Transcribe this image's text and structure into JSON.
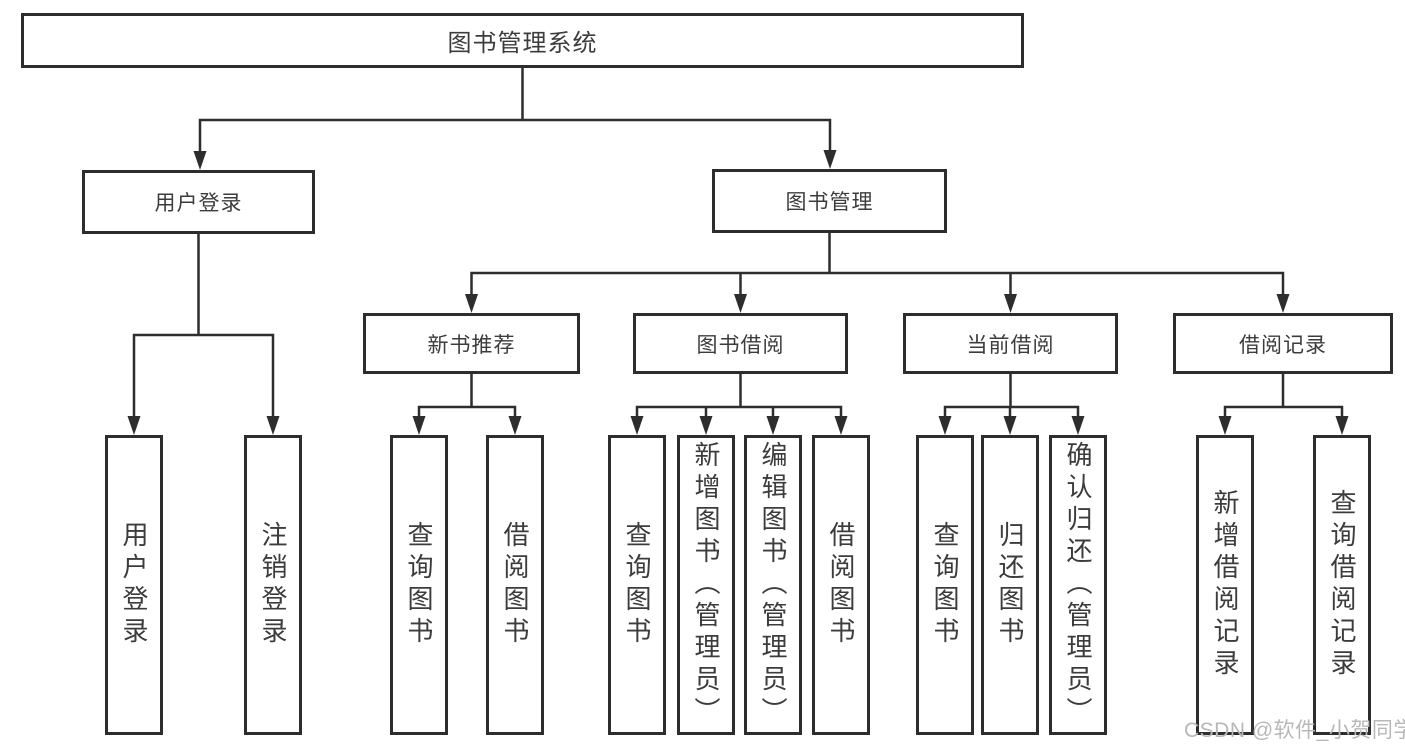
{
  "title": "图书管理系统",
  "watermark": "CSDN @软件_小贺同学",
  "colors": {
    "line": "#2d2d2d",
    "box_border": "#2d2d2d",
    "text": "#3c3c3c",
    "watermark": "#b8b8b8",
    "background": "#ffffff"
  },
  "tree": {
    "label": "图书管理系统",
    "children": [
      {
        "label": "用户登录",
        "children": [
          {
            "label": "用户登录"
          },
          {
            "label": "注销登录"
          }
        ]
      },
      {
        "label": "图书管理",
        "children": [
          {
            "label": "新书推荐",
            "children": [
              {
                "label": "查询图书"
              },
              {
                "label": "借阅图书"
              }
            ]
          },
          {
            "label": "图书借阅",
            "children": [
              {
                "label": "查询图书"
              },
              {
                "label": "新增图书（管理员）"
              },
              {
                "label": "编辑图书（管理员）"
              },
              {
                "label": "借阅图书"
              }
            ]
          },
          {
            "label": "当前借阅",
            "children": [
              {
                "label": "查询图书"
              },
              {
                "label": "归还图书"
              },
              {
                "label": "确认归还（管理员）"
              }
            ]
          },
          {
            "label": "借阅记录",
            "children": [
              {
                "label": "新增借阅记录"
              },
              {
                "label": "查询借阅记录"
              }
            ]
          }
        ]
      }
    ]
  }
}
